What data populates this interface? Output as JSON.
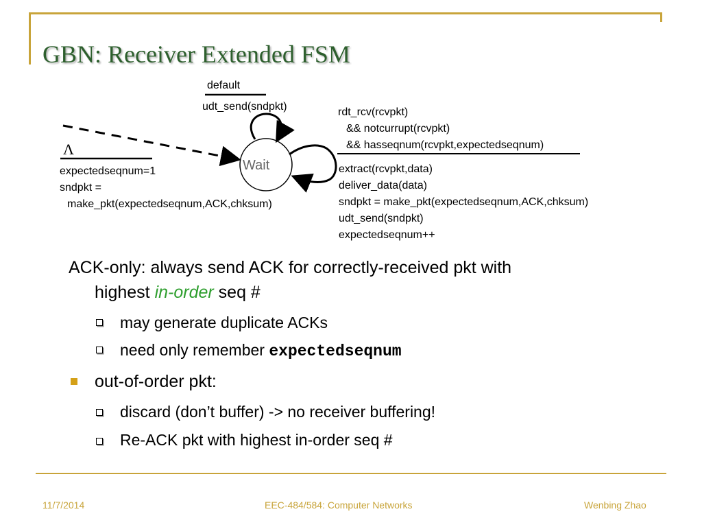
{
  "slide": {
    "title": "GBN: Receiver Extended FSM"
  },
  "fsm": {
    "state": "Wait",
    "self_loop_top": {
      "event": "default",
      "action": "udt_send(sndpkt)"
    },
    "initial": {
      "symbol": "Λ",
      "actions": [
        "expectedseqnum=1",
        "sndpkt =",
        "make_pkt(expectedseqnum,ACK,chksum)"
      ]
    },
    "self_loop_right": {
      "events": [
        "rdt_rcv(rcvpkt)",
        "&& notcurrupt(rcvpkt)",
        "&& hasseqnum(rcvpkt,expectedseqnum)"
      ],
      "actions": [
        "extract(rcvpkt,data)",
        "deliver_data(data)",
        "sndpkt = make_pkt(expectedseqnum,ACK,chksum)",
        "udt_send(sndpkt)",
        "expectedseqnum++"
      ]
    }
  },
  "bullets": {
    "b1_line1": "ACK-only: always send ACK for correctly-received pkt with",
    "b1_line2_pre": "highest ",
    "b1_line2_em": "in-order",
    "b1_line2_post": " seq #",
    "b1_sub1": "may generate duplicate ACKs",
    "b1_sub2_pre": "need only remember ",
    "b1_sub2_code": "expectedseqnum",
    "b2": "out-of-order pkt:",
    "b2_sub1": "discard (don’t buffer) -> no receiver buffering!",
    "b2_sub2": "Re-ACK pkt with highest in-order seq #"
  },
  "footer": {
    "date": "11/7/2014",
    "course": "EEC-484/584: Computer Networks",
    "author": "Wenbing Zhao"
  },
  "colors": {
    "accent": "#c8a43a",
    "title": "#2d5f2d",
    "emphasis": "#2e9e2e",
    "bullet_fill": "#d4a017"
  }
}
